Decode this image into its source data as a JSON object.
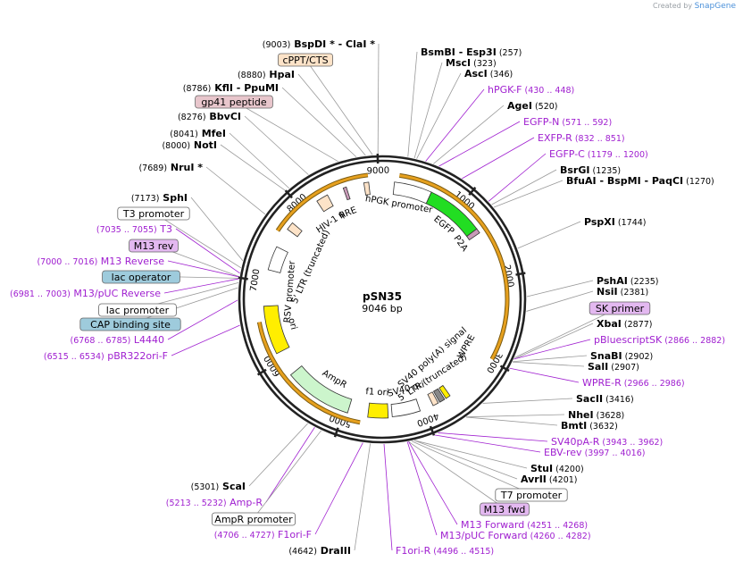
{
  "credit": {
    "prefix": "Created by",
    "brand": "SnapGene"
  },
  "plasmid": {
    "name": "pSN35",
    "length_label": "9046 bp"
  },
  "map": {
    "ticks": [
      {
        "label": "1000"
      },
      {
        "label": "2000"
      },
      {
        "label": "3000"
      },
      {
        "label": "4000"
      },
      {
        "label": "5000"
      },
      {
        "label": "6000"
      },
      {
        "label": "7000"
      },
      {
        "label": "8000"
      },
      {
        "label": "9000"
      }
    ],
    "features": [
      {
        "name": "hPGK promoter"
      },
      {
        "name": "EGFP"
      },
      {
        "name": "P2A"
      },
      {
        "name": "WPRE"
      },
      {
        "name": "SV40 poly(A) signal"
      },
      {
        "name": "5' LTR (truncated)"
      },
      {
        "name": "SV40 ori"
      },
      {
        "name": "f1 ori"
      },
      {
        "name": "AmpR"
      },
      {
        "name": "ori"
      },
      {
        "name": "RSV promoter"
      },
      {
        "name": "5' LTR (truncated)"
      },
      {
        "name": "HIV-1 ψ"
      },
      {
        "name": "RRE"
      }
    ]
  },
  "labels": [
    {
      "pos": "(9003)",
      "name": "BspDI *",
      "name2": "- ClaI *"
    },
    {
      "name": "cPPT/CTS",
      "box": "#fde3c8"
    },
    {
      "pos": "(8880)",
      "name": "HpaI"
    },
    {
      "pos": "(8786)",
      "name": "KflI",
      "name2": "- PpuMI"
    },
    {
      "name": "gp41 peptide",
      "box": "#e8c6cc"
    },
    {
      "pos": "(8276)",
      "name": "BbvCI"
    },
    {
      "pos": "(8041)",
      "name": "MfeI"
    },
    {
      "pos": "(8000)",
      "name": "NotI"
    },
    {
      "pos": "(7689)",
      "name": "NruI *"
    },
    {
      "pos": "(7173)",
      "name": "SphI"
    },
    {
      "name": "T3 promoter",
      "box": "#ffffff"
    },
    {
      "pos": "(7035 .. 7055)",
      "name": "T3"
    },
    {
      "name": "M13 rev",
      "box": "#e3b8f0"
    },
    {
      "pos": "(7000 .. 7016)",
      "name": "M13 Reverse"
    },
    {
      "name": "lac operator",
      "box": "#9ecbdc"
    },
    {
      "pos": "(6981 .. 7003)",
      "name": "M13/pUC Reverse"
    },
    {
      "name": "lac promoter",
      "box": "#ffffff"
    },
    {
      "name": "CAP binding site",
      "box": "#9ecbdc"
    },
    {
      "pos": "(6768 .. 6785)",
      "name": "L4440"
    },
    {
      "pos": "(6515 .. 6534)",
      "name": "pBR322ori-F"
    },
    {
      "pos": "(5301)",
      "name": "ScaI"
    },
    {
      "pos": "(5213 .. 5232)",
      "name": "Amp-R"
    },
    {
      "name": "AmpR promoter",
      "box": "#ffffff"
    },
    {
      "pos": "(4706 .. 4727)",
      "name": "F1ori-F"
    },
    {
      "pos": "(4642)",
      "name": "DraIII"
    },
    {
      "name": "F1ori-R",
      "pos": "(4496 .. 4515)"
    },
    {
      "name": "BsmBI",
      "name2": "- Esp3I",
      "pos": "(257)"
    },
    {
      "name": "MscI",
      "pos": "(323)"
    },
    {
      "name": "AscI",
      "pos": "(346)"
    },
    {
      "name": "hPGK-F",
      "pos": "(430 .. 448)"
    },
    {
      "name": "AgeI",
      "pos": "(520)"
    },
    {
      "name": "EGFP-N",
      "pos": "(571 .. 592)"
    },
    {
      "name": "EXFP-R",
      "pos": "(832 .. 851)"
    },
    {
      "name": "EGFP-C",
      "pos": "(1179 .. 1200)"
    },
    {
      "name": "BsrGI",
      "pos": "(1235)"
    },
    {
      "name": "BfuAI",
      "name2": "- BspMI  - PaqCI",
      "pos": "(1270)"
    },
    {
      "name": "PspXI",
      "pos": "(1744)"
    },
    {
      "name": "PshAI",
      "pos": "(2235)"
    },
    {
      "name": "NsiI",
      "pos": "(2381)"
    },
    {
      "name": "SK primer",
      "box": "#e3b8f0"
    },
    {
      "name": "XbaI",
      "pos": "(2877)"
    },
    {
      "name": "pBluescriptSK",
      "pos": "(2866 .. 2882)"
    },
    {
      "name": "SnaBI",
      "pos": "(2902)"
    },
    {
      "name": "SalI",
      "pos": "(2907)"
    },
    {
      "name": "WPRE-R",
      "pos": "(2966 .. 2986)"
    },
    {
      "name": "SacII",
      "pos": "(3416)"
    },
    {
      "name": "NheI",
      "pos": "(3628)"
    },
    {
      "name": "BmtI",
      "pos": "(3632)"
    },
    {
      "name": "SV40pA-R",
      "pos": "(3943 .. 3962)"
    },
    {
      "name": "EBV-rev",
      "pos": "(3997 .. 4016)"
    },
    {
      "name": "StuI",
      "pos": "(4200)"
    },
    {
      "name": "AvrII",
      "pos": "(4201)"
    },
    {
      "name": "T7 promoter",
      "box": "#ffffff"
    },
    {
      "name": "M13 fwd",
      "box": "#e3b8f0"
    },
    {
      "name": "M13 Forward",
      "pos": "(4251 .. 4268)"
    },
    {
      "name": "M13/pUC Forward",
      "pos": "(4260 .. 4282)"
    }
  ],
  "colors": {
    "primer": "#a020d0",
    "site": "#000000",
    "backbone": "#222222",
    "orf": "#e6a01e"
  }
}
